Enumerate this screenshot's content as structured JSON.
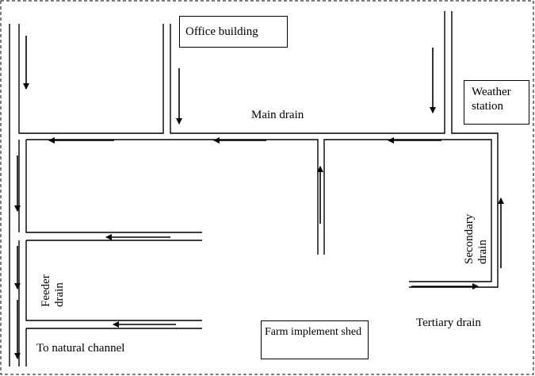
{
  "labels": {
    "office_building": "Office building",
    "weather_station": "Weather station",
    "main_drain": "Main drain",
    "secondary_drain": "Secondary drain",
    "tertiary_drain": "Tertiary drain",
    "feeder_drain": "Feeder drain",
    "farm_implement_shed": "Farm implement shed",
    "to_natural_channel": "To natural channel"
  },
  "colors": {
    "line": "#000000",
    "background": "#ffffff"
  }
}
